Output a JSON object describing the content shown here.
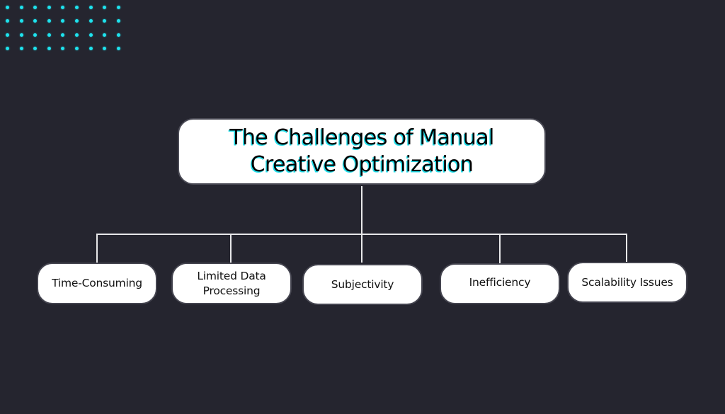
{
  "decoration": {
    "dot_grid": {
      "columns": 9,
      "rows": 4,
      "color": "#1ee3ee"
    }
  },
  "diagram": {
    "title": "The Challenges of Manual\nCreative Optimization",
    "title_shadow_color": "#22e0ec",
    "background_color": "#25252f",
    "children": [
      {
        "label": "Time-Consuming"
      },
      {
        "label": "Limited Data\nProcessing"
      },
      {
        "label": "Subjectivity"
      },
      {
        "label": "Inefficiency"
      },
      {
        "label": "Scalability Issues"
      }
    ]
  }
}
